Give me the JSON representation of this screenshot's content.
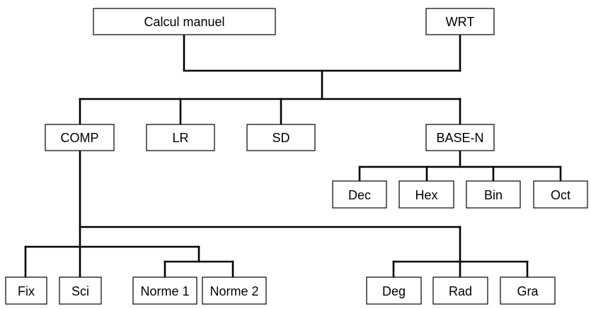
{
  "diagram": {
    "nodes": {
      "calcul_manuel": "Calcul manuel",
      "wrt": "WRT",
      "comp": "COMP",
      "lr": "LR",
      "sd": "SD",
      "base_n": "BASE-N",
      "dec": "Dec",
      "hex": "Hex",
      "bin": "Bin",
      "oct": "Oct",
      "fix": "Fix",
      "sci": "Sci",
      "norme_1": "Norme 1",
      "norme_2": "Norme 2",
      "deg": "Deg",
      "rad": "Rad",
      "gra": "Gra"
    },
    "edges": [
      [
        "calcul_manuel",
        "comp"
      ],
      [
        "calcul_manuel",
        "lr"
      ],
      [
        "calcul_manuel",
        "sd"
      ],
      [
        "calcul_manuel",
        "base_n"
      ],
      [
        "wrt",
        "comp"
      ],
      [
        "wrt",
        "lr"
      ],
      [
        "wrt",
        "sd"
      ],
      [
        "wrt",
        "base_n"
      ],
      [
        "base_n",
        "dec"
      ],
      [
        "base_n",
        "hex"
      ],
      [
        "base_n",
        "bin"
      ],
      [
        "base_n",
        "oct"
      ],
      [
        "comp",
        "fix"
      ],
      [
        "comp",
        "sci"
      ],
      [
        "comp",
        "norme_1"
      ],
      [
        "comp",
        "norme_2"
      ],
      [
        "comp",
        "deg"
      ],
      [
        "comp",
        "rad"
      ],
      [
        "comp",
        "gra"
      ]
    ]
  }
}
